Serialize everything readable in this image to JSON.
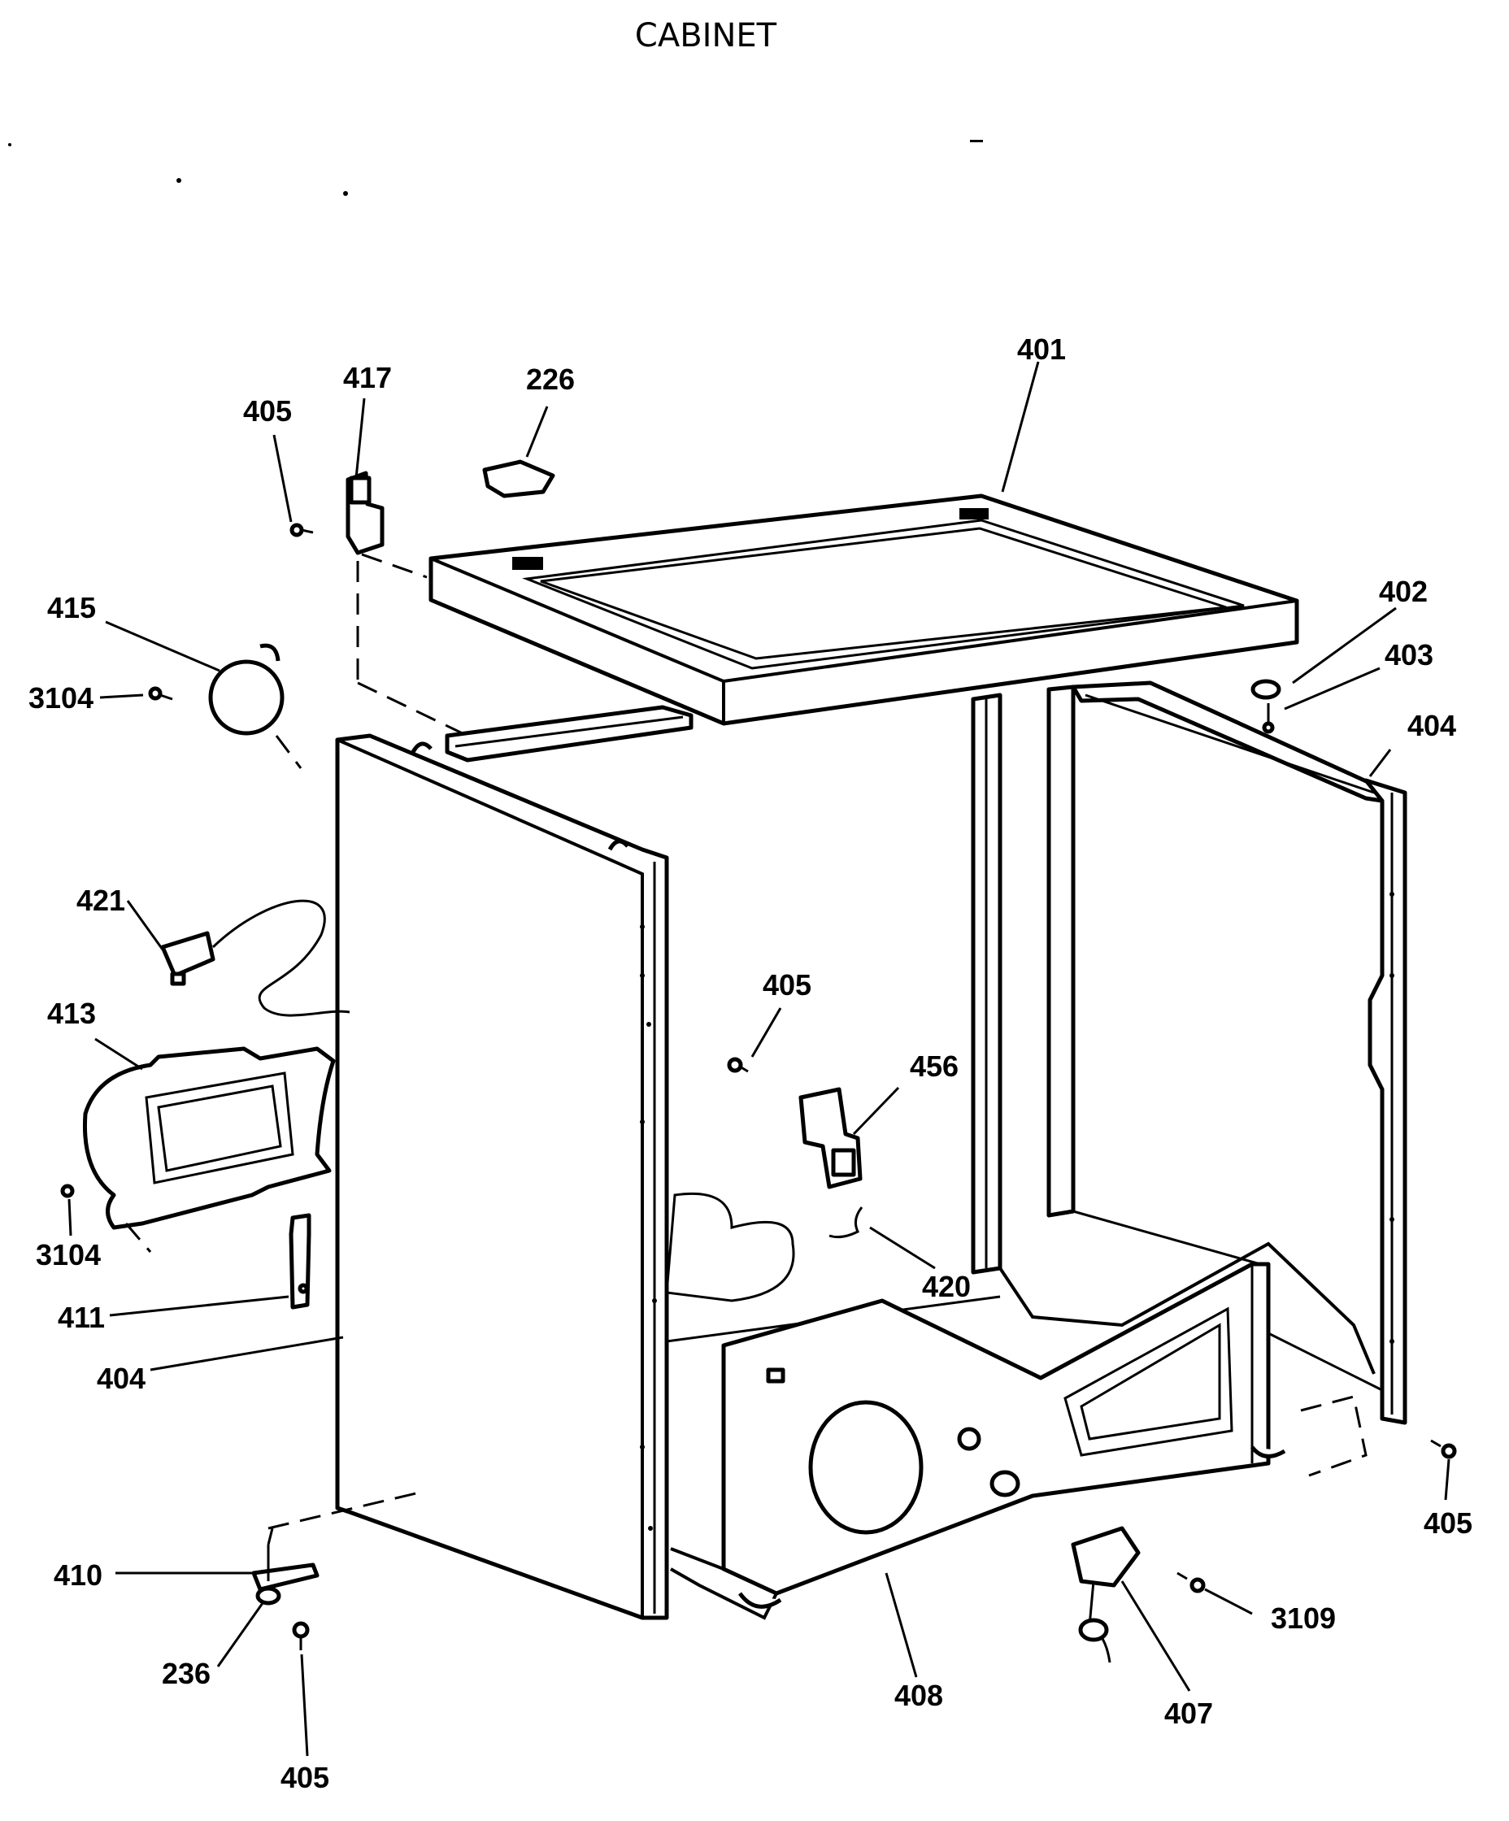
{
  "title": "CABINET",
  "labels": {
    "l401": "401",
    "l417": "417",
    "l226": "226",
    "l405_top": "405",
    "l415": "415",
    "l3104_top": "3104",
    "l402": "402",
    "l403": "403",
    "l404_right": "404",
    "l421": "421",
    "l405_mid": "405",
    "l456": "456",
    "l413": "413",
    "l3104_bottom": "3104",
    "l411": "411",
    "l420": "420",
    "l404_left": "404",
    "l405_right": "405",
    "l410": "410",
    "l3109": "3109",
    "l236": "236",
    "l408": "408",
    "l407": "407",
    "l405_bottom": "405"
  }
}
